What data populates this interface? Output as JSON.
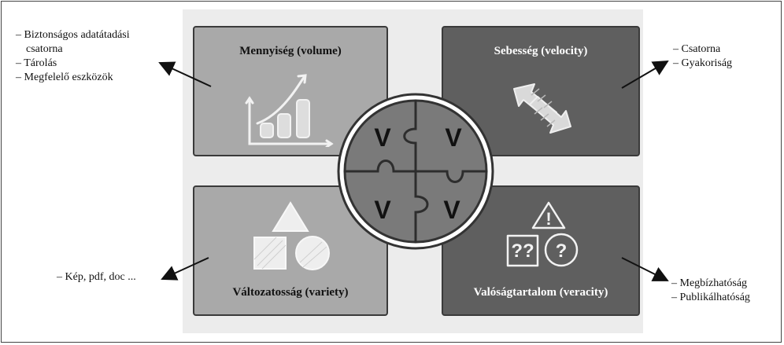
{
  "cards": {
    "volume": {
      "title": "Mennyiség (volume)",
      "icon": "bar-chart-growth-icon"
    },
    "velocity": {
      "title": "Sebesség (velocity)",
      "icon": "double-arrow-icon"
    },
    "variety": {
      "title": "Változatosság (variety)",
      "icon": "shapes-icon"
    },
    "veracity": {
      "title": "Valóságtartalom (veracity)",
      "icon": "warning-question-icon"
    }
  },
  "puzzle": {
    "pieces": [
      "V",
      "V",
      "V",
      "V"
    ]
  },
  "notes": {
    "volume": [
      "– Biztonságos adatátadási",
      "csatorna",
      "– Tárolás",
      "– Megfelelő eszközök"
    ],
    "velocity": [
      "– Csatorna",
      "– Gyakoriság"
    ],
    "variety": [
      "– Kép, pdf, doc ..."
    ],
    "veracity": [
      "– Megbízhatóság",
      "– Publikálhatóság"
    ]
  },
  "colors": {
    "light_card": "#a9a9a9",
    "dark_card": "#5f5f5f",
    "puzzle_piece": "#7a7a7a",
    "outline": "#3a3a3a"
  }
}
